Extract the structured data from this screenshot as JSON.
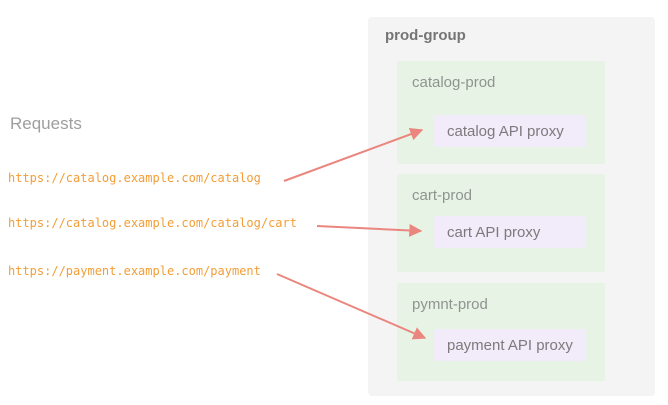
{
  "diagram": {
    "requests": {
      "title": "Requests",
      "urls": [
        "https://catalog.example.com/catalog",
        "https://catalog.example.com/catalog/cart",
        "https://payment.example.com/payment"
      ]
    },
    "prod_group": {
      "title": "prod-group",
      "environments": [
        {
          "name": "catalog-prod",
          "proxy_label": "catalog API proxy"
        },
        {
          "name": "cart-prod",
          "proxy_label": "cart API proxy"
        },
        {
          "name": "pymnt-prod",
          "proxy_label": "payment API proxy"
        }
      ]
    },
    "colors": {
      "url_text": "#f29e38",
      "muted_text": "#9e9e9e",
      "title_text": "#757575",
      "arrow": "#ea867e",
      "group_bg": "#f4f4f4",
      "environment_bg": "#e7f4e5",
      "proxy_bg": "#f2ebf9"
    }
  }
}
